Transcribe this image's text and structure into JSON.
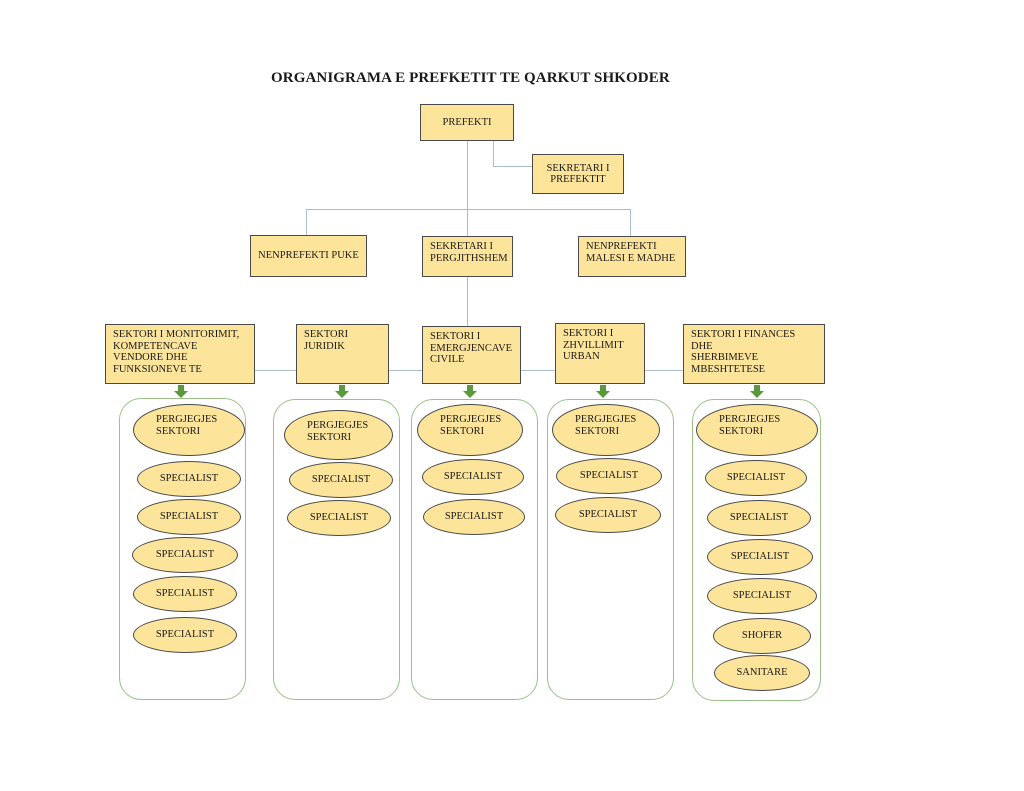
{
  "title": "ORGANIGRAMA E PREFKETIT TE QARKUT SHKODER",
  "colors": {
    "box_fill": "#fde49b",
    "box_border": "#4a4a4a",
    "connector": "#a9bccd",
    "group_border": "#9cc08a",
    "arrow": "#5a9a3c"
  },
  "top": {
    "prefekti": "PREFEKTI",
    "sekretari_prefektit": [
      "SEKRETARI I",
      "PREFEKTIT"
    ]
  },
  "level2": {
    "nenprefekti_puke": "NENPREFEKTI PUKE",
    "sekretari_pergjithshem": [
      "SEKRETARI I",
      "PERGJITHSHEM"
    ],
    "nenprefekti_malesi": [
      "NENPREFEKTI",
      "MALESI E MADHE"
    ]
  },
  "sectors": [
    {
      "name": [
        "SEKTORI I MONITORIMIT,",
        "KOMPETENCAVE",
        "VENDORE DHE",
        "FUNKSIONEVE TE"
      ],
      "lead": [
        "PERGJEGJES",
        "SEKTORI"
      ],
      "staff": [
        "SPECIALIST",
        "SPECIALIST",
        "SPECIALIST",
        "SPECIALIST",
        "SPECIALIST"
      ]
    },
    {
      "name": [
        "SEKTORI",
        "JURIDIK"
      ],
      "lead": [
        "PERGJEGJES",
        "SEKTORI"
      ],
      "staff": [
        "SPECIALIST",
        "SPECIALIST"
      ]
    },
    {
      "name": [
        "SEKTORI I",
        "EMERGJENCAVE",
        "CIVILE"
      ],
      "lead": [
        "PERGJEGJES",
        "SEKTORI"
      ],
      "staff": [
        "SPECIALIST",
        "SPECIALIST"
      ]
    },
    {
      "name": [
        "SEKTORI I",
        "ZHVILLIMIT",
        "URBAN"
      ],
      "lead": [
        "PERGJEGJES",
        "SEKTORI"
      ],
      "staff": [
        "SPECIALIST",
        "SPECIALIST"
      ]
    },
    {
      "name": [
        "SEKTORI I FINANCES DHE",
        "SHERBIMEVE",
        "MBESHTETESE"
      ],
      "lead": [
        "PERGJEGJES",
        "SEKTORI"
      ],
      "staff": [
        "SPECIALIST",
        "SPECIALIST",
        "SPECIALIST",
        "SPECIALIST",
        "SHOFER",
        "SANITARE"
      ]
    }
  ]
}
